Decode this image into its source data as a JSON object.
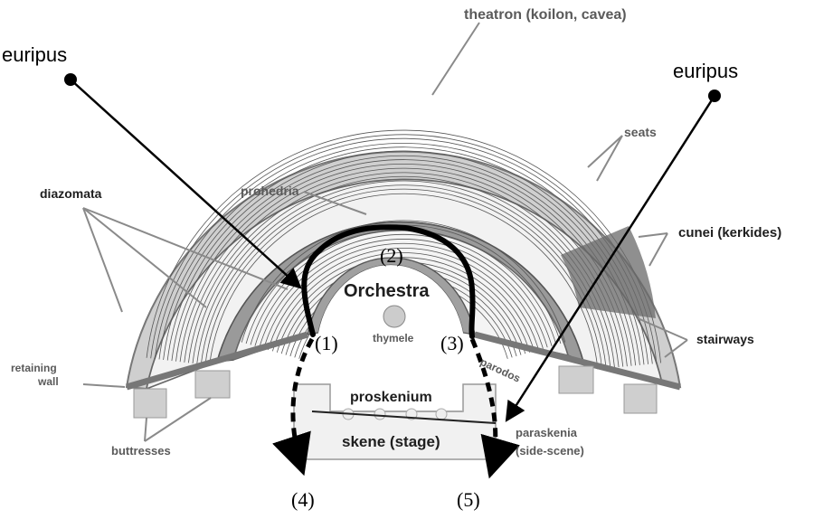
{
  "labels": {
    "theatron": "theatron (koilon, cavea)",
    "euripus_left": "euripus",
    "euripus_right": "euripus",
    "seats": "seats",
    "diazomata": "diazomata",
    "prohedria": "prohedria",
    "cunei": "cunei (kerkides)",
    "orchestra": "Orchestra",
    "thymele": "thymele",
    "stairways": "stairways",
    "retaining_wall_1": "retaining",
    "retaining_wall_2": "wall",
    "parodos": "parodos",
    "proskenium": "proskenium",
    "skene": "skene (stage)",
    "paraskenia_1": "paraskenia",
    "paraskenia_2": "(side-scene)",
    "buttresses": "buttresses"
  },
  "markers": {
    "m1": "(1)",
    "m2": "(2)",
    "m3": "(3)",
    "m4": "(4)",
    "m5": "(5)"
  }
}
